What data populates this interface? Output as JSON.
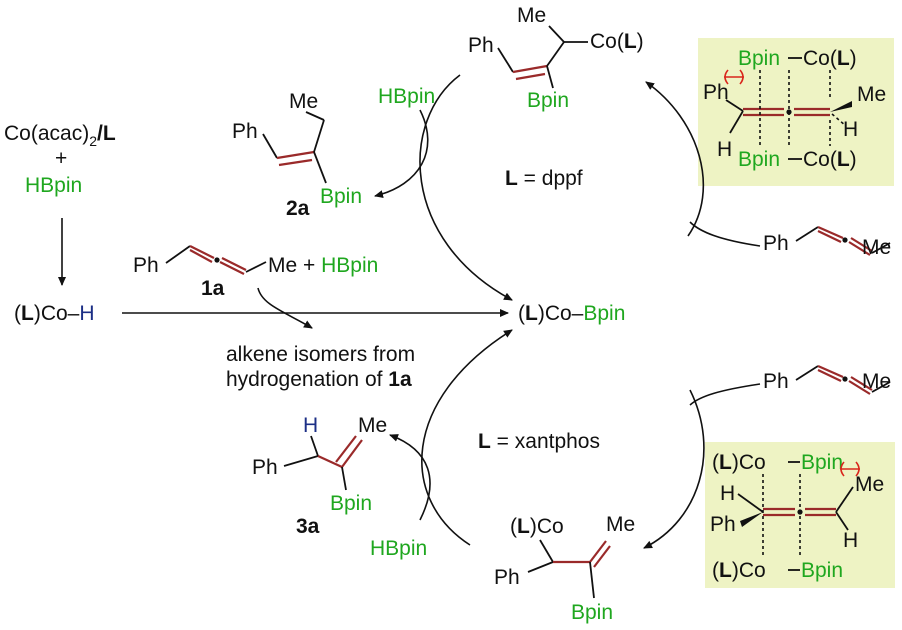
{
  "precat": {
    "line1": "Co(acac)",
    "line1_sub": "2",
    "line1_ligand": "/L",
    "plus": "+",
    "hbpin": "HBpin"
  },
  "coh": {
    "paren_open": "(",
    "L": "L",
    "paren_close": ")Co–",
    "H": "H"
  },
  "substrate": {
    "ph": "Ph",
    "me": "Me + ",
    "hbpin": "HBpin",
    "label": "1a"
  },
  "side_products": {
    "line1": "alkene isomers from",
    "line2": "hydrogenation of ",
    "ref": "1a"
  },
  "center": {
    "paren_open": "(",
    "L": "L",
    "mid": ")Co–",
    "bpin": "Bpin"
  },
  "upper_cycle": {
    "ligand_L": "L",
    "ligand_eq": " = dppf",
    "intermediate": {
      "ph": "Ph",
      "me": "Me",
      "co": "Co(",
      "L": "L",
      "close": ")",
      "bpin": "Bpin"
    },
    "hbpin": "HBpin",
    "product": {
      "ph": "Ph",
      "me": "Me",
      "bpin": "Bpin",
      "label": "2a"
    },
    "allene": {
      "ph": "Ph",
      "me": "Me"
    },
    "ts": {
      "ph": "Ph",
      "h1": "H",
      "h2": "H",
      "me": "Me",
      "bpin_top": "Bpin",
      "co_top": "Co(",
      "L_top": "L",
      "close_top": ")",
      "bpin_bot": "Bpin",
      "co_bot": "Co(",
      "L_bot": "L",
      "close_bot": ")"
    }
  },
  "lower_cycle": {
    "ligand_L": "L",
    "ligand_eq": " = xantphos",
    "allene": {
      "ph": "Ph",
      "me": "Me"
    },
    "intermediate": {
      "open": "(",
      "L": "L",
      "co": ")Co",
      "me": "Me",
      "ph": "Ph",
      "bpin": "Bpin"
    },
    "hbpin": "HBpin",
    "product": {
      "h": "H",
      "me": "Me",
      "ph": "Ph",
      "bpin": "Bpin",
      "label": "3a"
    },
    "ts": {
      "open_top": "(",
      "L_top": "L",
      "co_top": ")Co",
      "bpin_top": "Bpin",
      "h": "H",
      "me": "Me",
      "ph": "Ph",
      "h2": "H",
      "open_bot": "(",
      "L_bot": "L",
      "co_bot": ")Co",
      "bpin_bot": "Bpin"
    }
  },
  "colors": {
    "boron_green": "#1fa71f",
    "hydride_blue": "#1c2f86",
    "bond_red": "#9a2a2a",
    "steric_red": "#d9261c",
    "box_fill": "#eef3c4"
  }
}
